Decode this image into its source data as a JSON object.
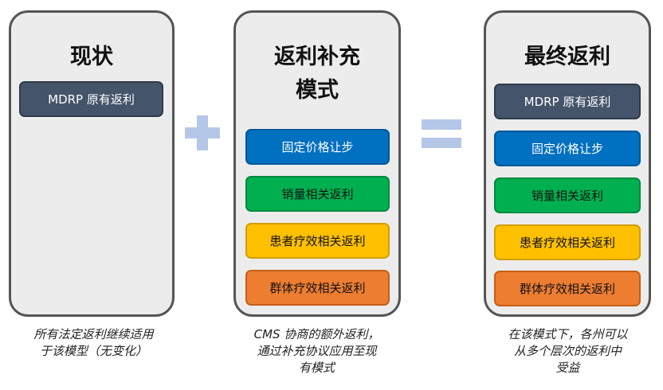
{
  "panels": {
    "current": {
      "title": "现状",
      "items": [
        "MDRP 原有返利"
      ]
    },
    "supplement": {
      "title_line1": "返利补充",
      "title_line2": "模式",
      "items": [
        "固定价格让步",
        "销量相关返利",
        "患者疗效相关返利",
        "群体疗效相关返利"
      ]
    },
    "final": {
      "title": "最终返利",
      "items": [
        "MDRP 原有返利",
        "固定价格让步",
        "销量相关返利",
        "患者疗效相关返利",
        "群体疗效相关返利"
      ]
    }
  },
  "operators": {
    "plus": "plus-sign",
    "equals": "equals-sign"
  },
  "captions": {
    "current": [
      "所有法定返利继续适用",
      "于该模型（无变化）"
    ],
    "supplement": [
      "CMS 协商的额外返利，",
      "通过补充协议应用至现",
      "有模式"
    ],
    "final": [
      "在该模式下，各州可以",
      "从多个层次的返利中",
      "受益"
    ]
  },
  "colors": {
    "panel_bg": "#ececec",
    "panel_border": "#555555",
    "mdrp": "#44546a",
    "fixed_price": "#0070c0",
    "volume": "#00b050",
    "patient_outcome": "#ffc000",
    "population_outcome": "#ed7d31",
    "operator": "#b4c7e7"
  }
}
